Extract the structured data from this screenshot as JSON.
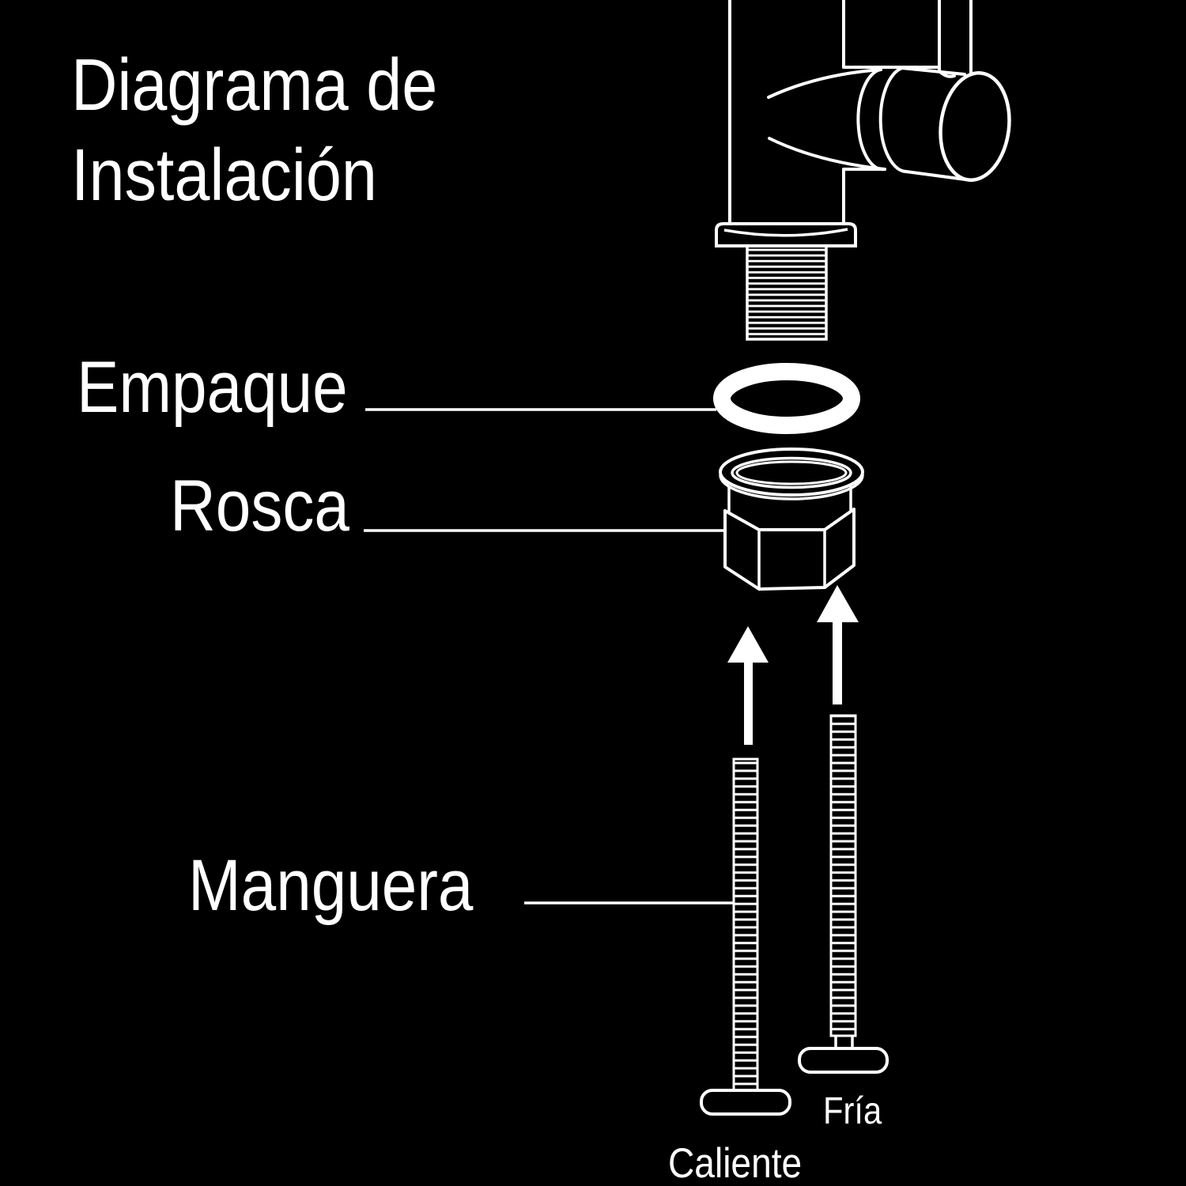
{
  "page": {
    "background_color": "#000000",
    "line_color": "#ffffff",
    "text_color": "#ffffff"
  },
  "title": {
    "line1": "Diagrama de",
    "line2": "Instalación"
  },
  "callouts": {
    "empaque": {
      "label": "Empaque",
      "points_to": "gasket-o-ring"
    },
    "rosca": {
      "label": "Rosca",
      "points_to": "mounting-nut"
    },
    "manguera": {
      "label": "Manguera",
      "points_to": "hot-hose"
    }
  },
  "supply_labels": {
    "cold": {
      "label": "Fría"
    },
    "hot": {
      "label": "Caliente"
    }
  }
}
